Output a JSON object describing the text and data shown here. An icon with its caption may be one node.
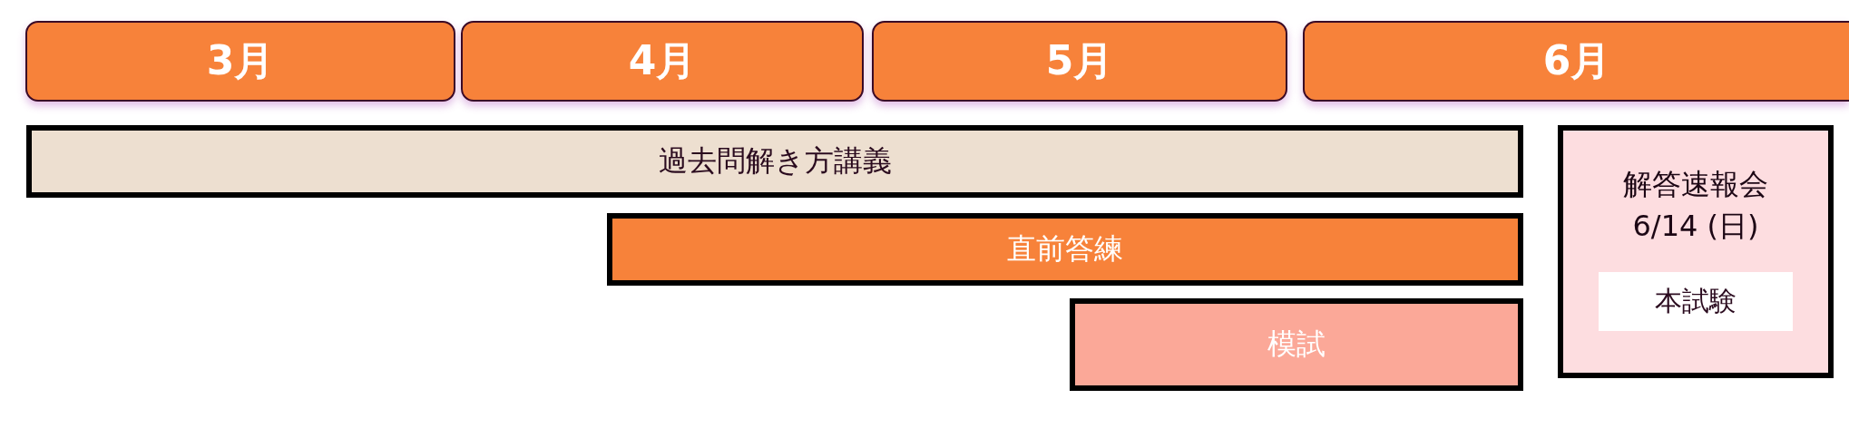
{
  "diagram": {
    "nodes": [
      {
        "text": [
          "3月"
        ]
      },
      {
        "text": [
          "4月"
        ]
      },
      {
        "text": [
          "5月"
        ]
      },
      {
        "text": [
          "6月"
        ]
      },
      {
        "text": [
          "過去問解き方講義"
        ]
      },
      {
        "text": [
          "直前答練"
        ]
      },
      {
        "text": [
          "模試"
        ]
      },
      {
        "text": [
          "解答速報会",
          "6/14 (日)"
        ]
      },
      {
        "text": [
          "本試験"
        ],
        "in": 7
      }
    ]
  }
}
